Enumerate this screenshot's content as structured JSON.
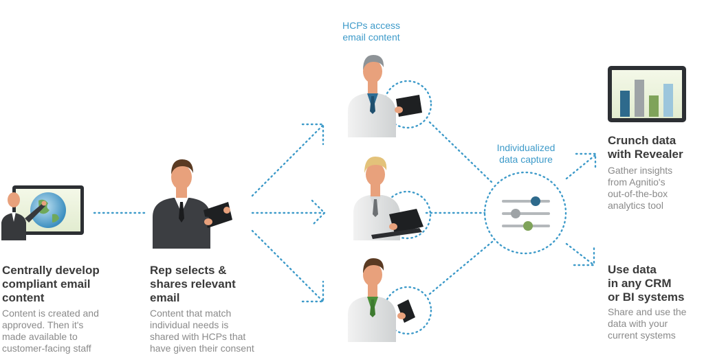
{
  "colors": {
    "accent": "#3d9ac9",
    "heading": "#3a3a3a",
    "body_text": "#8a8a8a",
    "bar_blue": "#2e6a8c",
    "bar_gray": "#9ea3a6",
    "bar_green": "#7fa35a",
    "bar_light_blue": "#9cc6dc"
  },
  "icons": {
    "presenter": "presenter-at-screen-icon",
    "rep": "rep-with-tablet-icon",
    "hcp": "doctor-icon",
    "sliders": "sliders-icon",
    "monitor": "bar-chart-monitor-icon"
  },
  "steps": {
    "develop": {
      "title": "Centrally develop\ncompliant email\ncontent",
      "body": "Content is created and\napproved. Then it's\nmade available to\ncustomer-facing staff"
    },
    "rep": {
      "title": "Rep selects &\nshares relevant\nemail",
      "body": "Content that match\nindividual needs is\nshared with HCPs that\nhave given their consent"
    },
    "hcp": {
      "label": "HCPs access\nemail content"
    },
    "capture": {
      "label": "Individualized\ndata capture"
    },
    "revealer": {
      "title": "Crunch data\nwith Revealer",
      "body": "Gather insights\nfrom Agnitio's\nout-of-the-box\nanalytics tool"
    },
    "crm": {
      "title": "Use data\nin any CRM\nor BI systems",
      "body": "Share and use the\ndata with your\ncurrent systems"
    }
  }
}
